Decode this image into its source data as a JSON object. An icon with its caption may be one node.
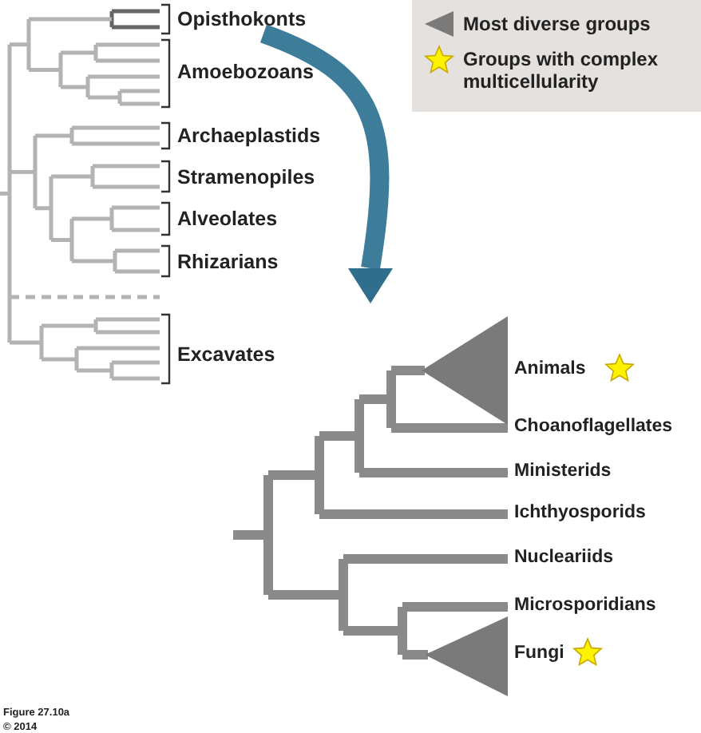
{
  "diagram": {
    "nodes": [
      {
        "text": [
          "Opisthokonts"
        ]
      },
      {
        "text": [],
        "shape": "tree",
        "beside": [
          "Animals",
          "Choanoflagellates",
          "Ministerids",
          "Ichthyosporids",
          "Nucleariids",
          "Microsporidians",
          "Fungi"
        ]
      }
    ],
    "edges": [
      {
        "from": 0,
        "to": 1,
        "arrow": "to"
      }
    ],
    "labels": [
      "Amoebozoans",
      "Archaeplastids",
      "Stramenopiles",
      "Alveolates",
      "Rhizarians",
      "Excavates",
      "Figure 27.10a",
      "© 2014"
    ],
    "legend": [
      {
        "text": "Most diverse groups"
      },
      {
        "text": "Groups with complex multicellularity"
      }
    ]
  }
}
